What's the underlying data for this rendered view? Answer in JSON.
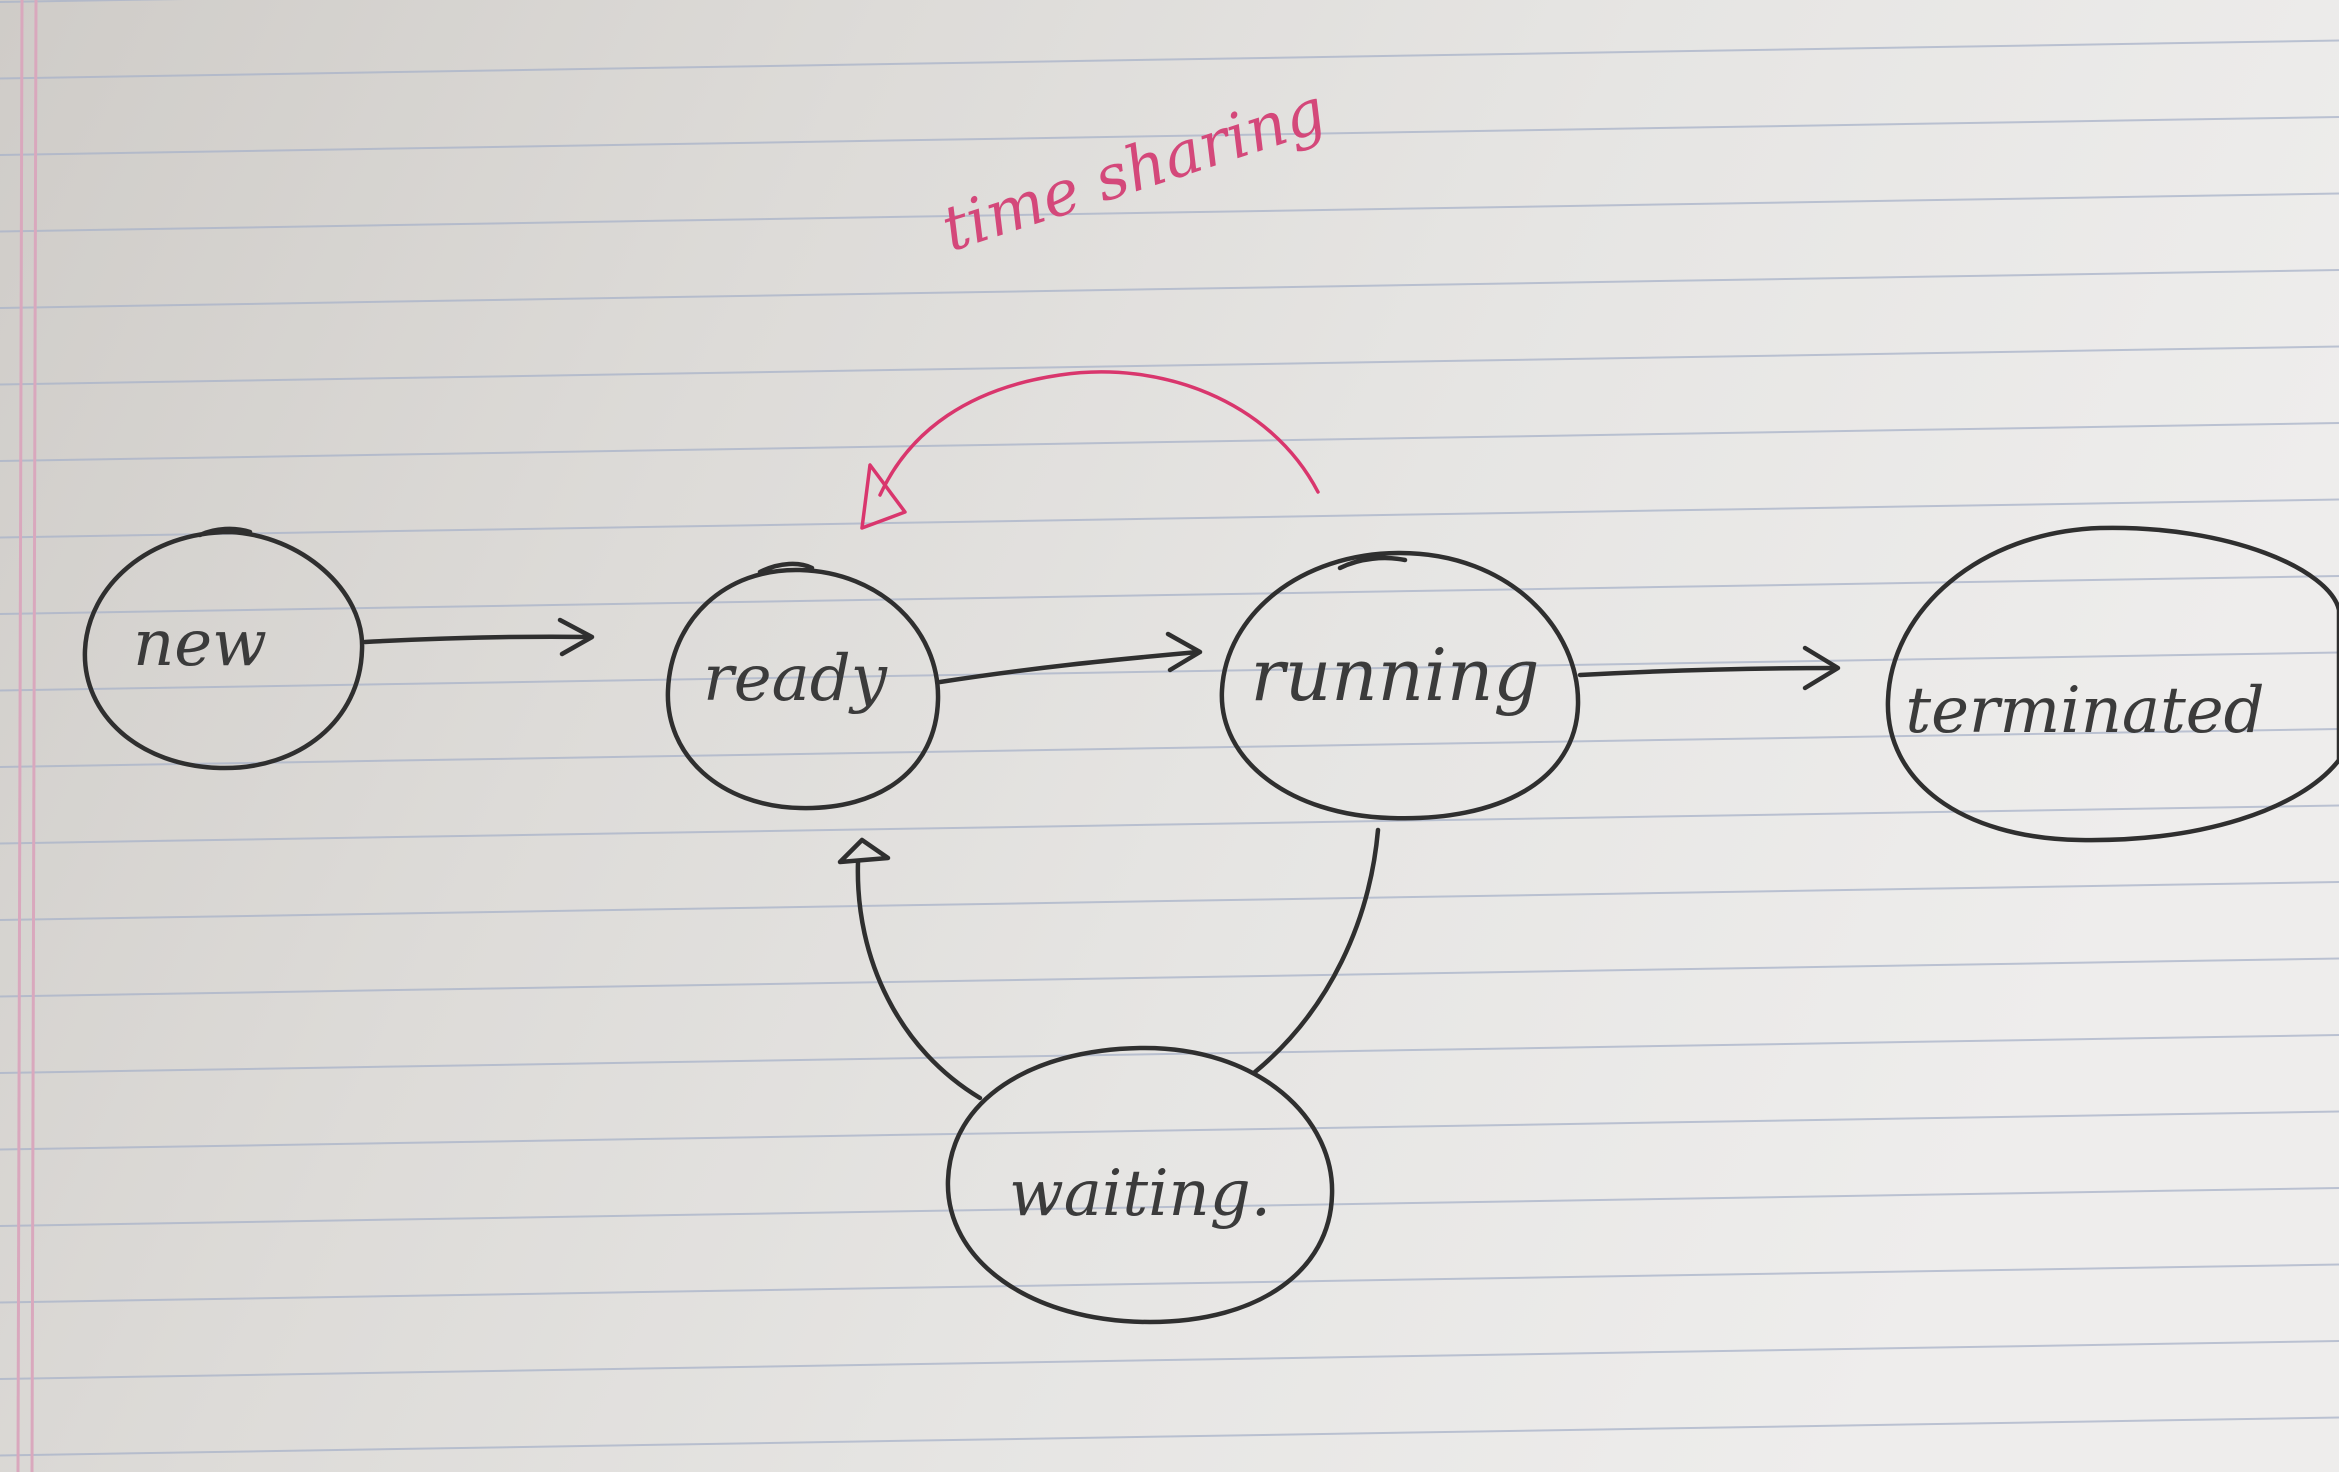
{
  "diagram": {
    "states": {
      "new": "new",
      "ready": "ready",
      "running": "running",
      "terminated": "terminated",
      "waiting": "waiting."
    },
    "annotation": "time sharing"
  },
  "colors": {
    "paper": "#e6e4e1",
    "ruled_line": "#a9b3c9",
    "margin_line": "#d9a8bd",
    "ink": "#2f2f2f",
    "pink_ink": "#d9366d"
  }
}
